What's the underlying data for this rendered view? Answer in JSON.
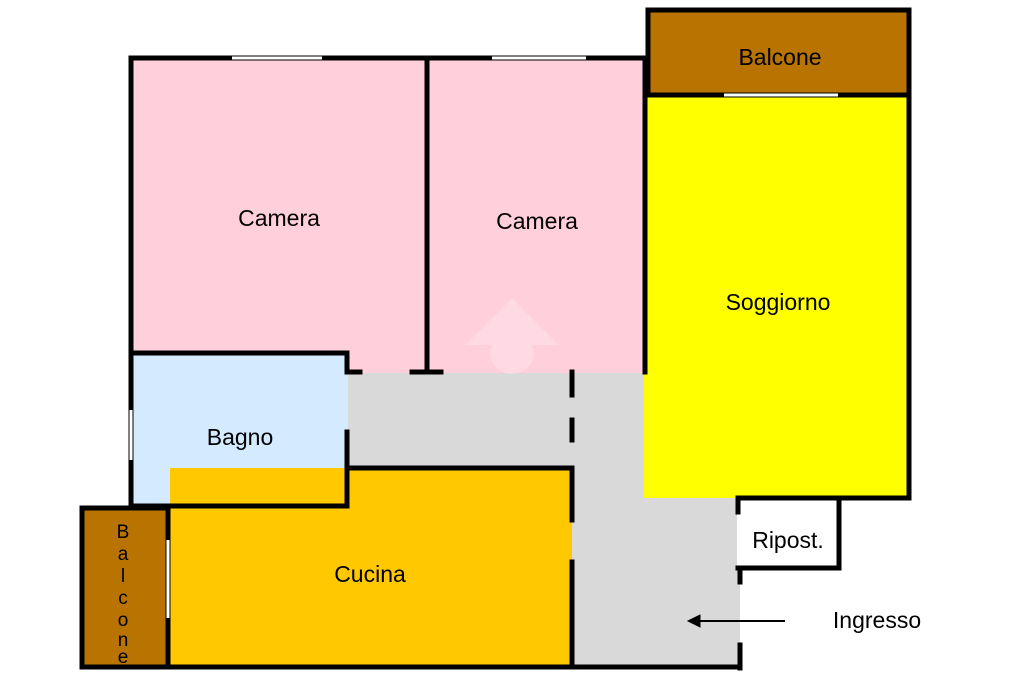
{
  "rooms": {
    "camera_left": {
      "label": "Camera",
      "color": "#ffcfdb"
    },
    "camera_right": {
      "label": "Camera",
      "color": "#ffcfdb"
    },
    "soggiorno": {
      "label": "Soggiorno",
      "color": "#ffff00"
    },
    "balcone_top": {
      "label": "Balcone",
      "color": "#b87300"
    },
    "bagno": {
      "label": "Bagno",
      "color": "#d4eaff"
    },
    "cucina": {
      "label": "Cucina",
      "color": "#ffc800"
    },
    "balcone_left": {
      "label": "Balcone",
      "letters": [
        "B",
        "a",
        "l",
        "c",
        "o",
        "n",
        "e"
      ],
      "color": "#b87300"
    },
    "ripostiglio": {
      "label": "Ripost.",
      "color": "#ffffff"
    },
    "corridor": {
      "color": "#d9d9d9"
    }
  },
  "entrance": {
    "label": "Ingresso",
    "arrow": "left-arrow-icon"
  },
  "colors": {
    "wall": "#000000"
  }
}
